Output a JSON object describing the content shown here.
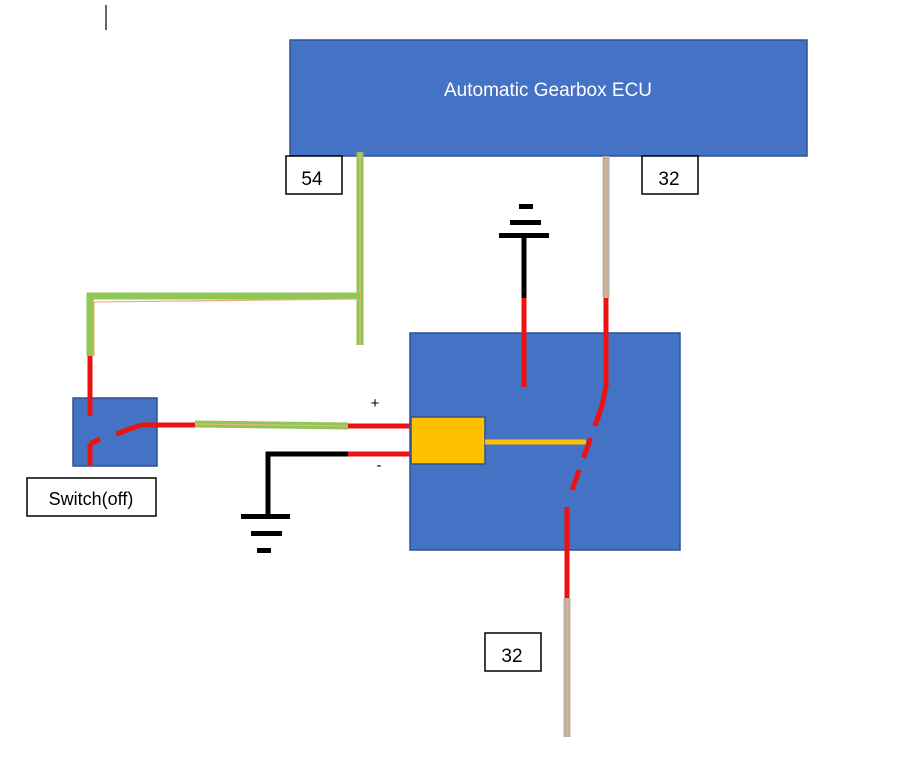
{
  "ecu": {
    "title": "Automatic Gearbox ECU"
  },
  "pins": {
    "pin_left": "54",
    "pin_right": "32",
    "pin_bottom": "32"
  },
  "switch": {
    "label": "Switch(off)"
  },
  "relay": {
    "plus": "+",
    "minus": "-"
  },
  "colors": {
    "box_blue": "#4472c4",
    "wire_red": "#ee1111",
    "wire_green": "#8fc757",
    "wire_gray": "#b9b0a8",
    "coil_orange": "#ffc000",
    "ground_black": "#000000"
  }
}
